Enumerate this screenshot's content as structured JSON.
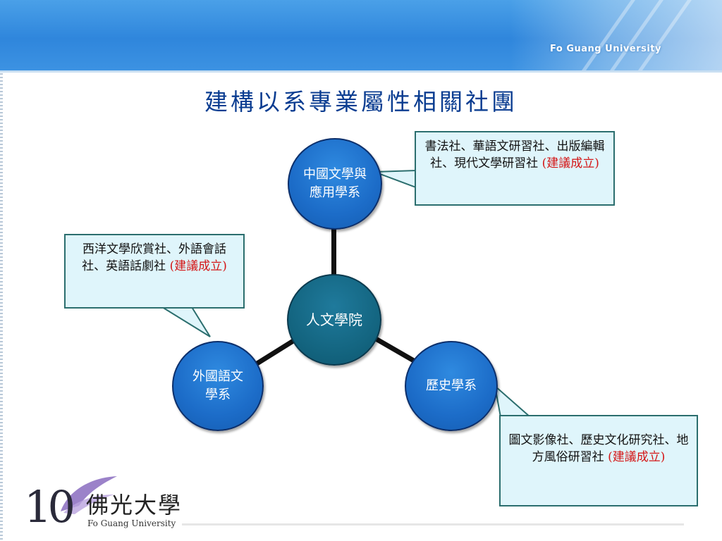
{
  "header": {
    "caption": "Fo Guang University"
  },
  "title": "建構以系專業屬性相關社團",
  "nodes": {
    "center": "人文學院",
    "chinese": "中國文學與應用學系",
    "foreign": "外國語文學系",
    "history": "歷史學系"
  },
  "callouts": {
    "chinese": {
      "clubs": "書法社、華語文研習社、出版編輯社、現代文學研習社",
      "status": "(建議成立)"
    },
    "foreign": {
      "clubs": "西洋文學欣賞社、外語會話社、英語話劇社",
      "status": "(建議成立)"
    },
    "history": {
      "clubs": "圖文影像社、歷史文化研究社、地方風俗研習社",
      "status": "(建議成立)"
    }
  },
  "footer": {
    "logo_number": "10",
    "logo_cn": "佛光大學",
    "logo_en": "Fo Guang University"
  },
  "colors": {
    "title": "#0b3d91",
    "node": "#1c6cc8",
    "center_node": "#13647f",
    "callout_bg": "#dff5fb",
    "callout_border": "#2b6e6e",
    "status": "#d41515"
  }
}
